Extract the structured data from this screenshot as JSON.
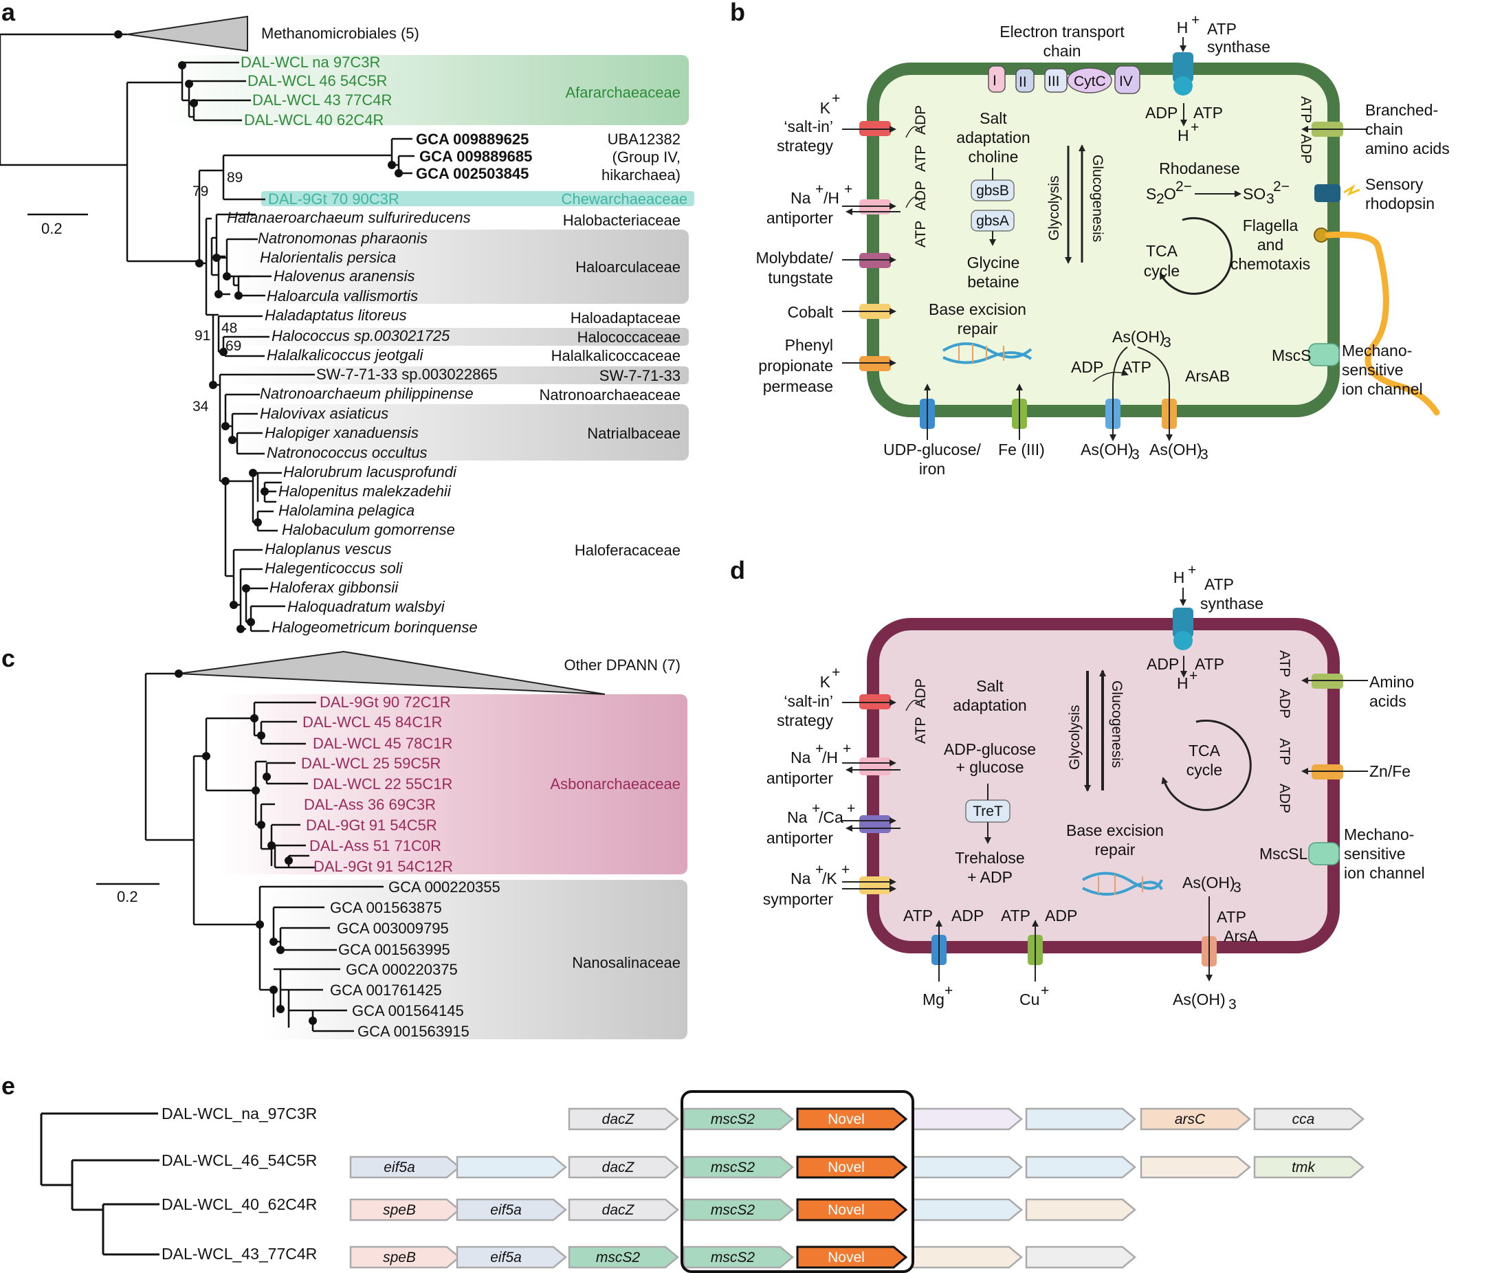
{
  "panels": {
    "a": "a",
    "b": "b",
    "c": "c",
    "d": "d",
    "e": "e"
  },
  "tree_a": {
    "collapsed": "Methanomicrobiales (5)",
    "scale": "0.2",
    "bootstrap": [
      "79",
      "89",
      "91",
      "48",
      "69",
      "34"
    ],
    "tips": [
      "DAL-WCL na 97C3R",
      "DAL-WCL 46 54C5R",
      "DAL-WCL 43 77C4R",
      "DAL-WCL 40 62C4R",
      "GCA 009889625",
      "GCA 009889685",
      "GCA 002503845",
      "DAL-9Gt 70 90C3R",
      "Halanaeroarchaeum sulfurireducens",
      "Natronomonas pharaonis",
      "Halorientalis persica",
      "Halovenus aranensis",
      "Haloarcula vallismortis",
      "Haladaptatus litoreus",
      "Halococcus sp.003021725",
      "Halalkalicoccus jeotgali",
      "SW-7-71-33 sp.003022865",
      "Natronoarchaeum philippinense",
      "Halovivax asiaticus",
      "Halopiger xanaduensis",
      "Natronococcus occultus",
      "Halorubrum lacusprofundi",
      "Halopenitus malekzadehii",
      "Halolamina pelagica",
      "Halobaculum gomorrense",
      "Haloplanus vescus",
      "Halegenticoccus soli",
      "Haloferax gibbonsii",
      "Haloquadratum walsbyi",
      "Halogeometricum borinquense"
    ],
    "families": {
      "afar": "Afararchaeaceae",
      "uba1": "UBA12382",
      "uba2": "(Group IV,",
      "uba3": "hikarchaea)",
      "chew": "Chewarchaeaceae",
      "halob": "Halobacteriaceae",
      "haloar": "Haloarculaceae",
      "haload": "Haloadaptaceae",
      "halococ": "Halococcaceae",
      "halalk": "Halalkalicoccaceae",
      "sw": "SW-7-71-33",
      "natrono": "Natronoarchaeaceae",
      "natrial": "Natrialbaceae",
      "halofer": "Haloferacaceae"
    }
  },
  "tree_c": {
    "collapsed": "Other DPANN (7)",
    "scale": "0.2",
    "tips": [
      "DAL-9Gt 90 72C1R",
      "DAL-WCL 45 84C1R",
      "DAL-WCL 45 78C1R",
      "DAL-WCL 25 59C5R",
      "DAL-WCL 22 55C1R",
      "DAL-Ass 36 69C3R",
      "DAL-9Gt 91 54C5R",
      "DAL-Ass 51 71C0R",
      "DAL-9Gt 91 54C12R",
      "GCA 000220355",
      "GCA 001563875",
      "GCA 003009795",
      "GCA 001563995",
      "GCA 000220375",
      "GCA 001761425",
      "GCA 001564145",
      "GCA 001563915"
    ],
    "families": {
      "asbon": "Asbonarchaeaceae",
      "nano": "Nanosalinaceae"
    }
  },
  "cell_b": {
    "etc1": "Electron transport",
    "etc2": "chain",
    "c1": "I",
    "c2": "II",
    "c3": "III",
    "cytc": "CytC",
    "c4": "IV",
    "h_top": "H",
    "plus": "+",
    "atps1": "ATP",
    "atps2": "synthase",
    "adp": "ADP",
    "atp": "ATP",
    "k": "K",
    "salt_in": "‘salt-in’",
    "strategy": "strategy",
    "na": "Na",
    "slash_h": "/H",
    "antiporter": "antiporter",
    "molyb1": "Molybdate/",
    "molyb2": "tungstate",
    "cobalt": "Cobalt",
    "phenyl1": "Phenyl",
    "phenyl2": "propionate",
    "phenyl3": "permease",
    "salt1": "Salt",
    "salt2": "adaptation",
    "salt3": "choline",
    "gbsb": "gbsB",
    "gbsa": "gbsA",
    "glyb1": "Glycine",
    "glyb2": "betaine",
    "glycolysis": "Glycolysis",
    "gluco": "Glucogenesis",
    "rhod": "Rhodanese",
    "s": "S",
    "two": "2",
    "o": "O",
    "twominus": "2−",
    "so": "SO",
    "three": "3",
    "tca1": "TCA",
    "tca2": "cycle",
    "bcaa1": "Branched-",
    "bcaa2": "chain",
    "bcaa3": "amino acids",
    "sens1": "Sensory",
    "sens2": "rhodopsin",
    "flag1": "Flagella",
    "flag2": "and",
    "flag3": "chemotaxis",
    "ber1": "Base excision",
    "ber2": "repair",
    "asoh": "As(OH)",
    "arsab": "ArsAB",
    "mscs": "MscS",
    "mech1": "Mechano-",
    "mech2": "sensitive",
    "mech3": "ion channel",
    "udp1": "UDP-glucose/",
    "udp2": "iron",
    "fe": "Fe (III)"
  },
  "cell_d": {
    "atps1": "ATP",
    "atps2": "synthase",
    "h": "H",
    "plus": "+",
    "adp": "ADP",
    "atp": "ATP",
    "k": "K",
    "salt_in": "‘salt-in’",
    "strategy": "strategy",
    "na": "Na",
    "slash_h": "/H",
    "slash_ca": "/Ca",
    "slash_k": "/K",
    "antiporter": "antiporter",
    "symporter": "symporter",
    "salt1": "Salt",
    "salt2": "adaptation",
    "adpg1": "ADP-glucose",
    "adpg2": "+ glucose",
    "tret": "TreT",
    "treh1": "Trehalose",
    "treh2": "+ ADP",
    "glycolysis": "Glycolysis",
    "gluco": "Glucogenesis",
    "tca1": "TCA",
    "tca2": "cycle",
    "ber1": "Base excision",
    "ber2": "repair",
    "asoh": "As(OH)",
    "three": "3",
    "arsa": "ArsA",
    "amino1": "Amino",
    "amino2": "acids",
    "znfe": "Zn/Fe",
    "mscsl": "MscSL",
    "mech1": "Mechano-",
    "mech2": "sensitive",
    "mech3": "ion channel",
    "mg": "Mg",
    "cu": "Cu"
  },
  "panel_e": {
    "rows": [
      {
        "name": "DAL-WCL_na_97C3R",
        "genes": [
          "",
          "",
          "dacZ",
          "mscS2",
          "Novel",
          "",
          "",
          "arsC",
          "cca"
        ]
      },
      {
        "name": "DAL-WCL_46_54C5R",
        "genes": [
          "eif5a",
          "",
          "dacZ",
          "mscS2",
          "Novel",
          "",
          "",
          "",
          "tmk"
        ]
      },
      {
        "name": "DAL-WCL_40_62C4R",
        "genes": [
          "speB",
          "eif5a",
          "dacZ",
          "mscS2",
          "Novel",
          "",
          "",
          "",
          ""
        ]
      },
      {
        "name": "DAL-WCL_43_77C4R",
        "genes": [
          "speB",
          "eif5a",
          "mscS2",
          "mscS2",
          "Novel",
          "",
          "",
          "",
          ""
        ]
      }
    ]
  },
  "colors": {
    "afar": "#2e8b3a",
    "chew": "#3fb5a5",
    "asbon": "#9b2a5c",
    "cellB": "#4a7a45",
    "cellD": "#7a2a4a",
    "novel": "#f07a30"
  }
}
